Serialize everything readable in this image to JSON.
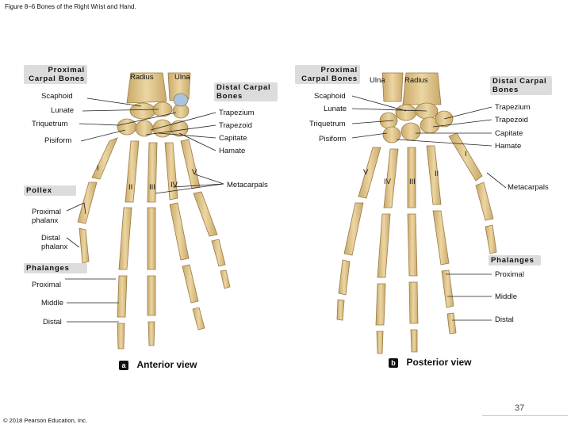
{
  "figure_title": "Figure 8–6 Bones of the Right Wrist and Hand.",
  "copyright": "© 2018 Pearson Education, Inc.",
  "page_number": "37",
  "anterior": {
    "header_proximal_carpal": "Proximal Carpal Bones",
    "header_distal_carpal": "Distal Carpal Bones",
    "radius": "Radius",
    "ulna": "Ulna",
    "scaphoid": "Scaphoid",
    "lunate": "Lunate",
    "triquetrum": "Triquetrum",
    "pisiform": "Pisiform",
    "trapezium": "Trapezium",
    "trapezoid": "Trapezoid",
    "capitate": "Capitate",
    "hamate": "Hamate",
    "metacarpals": "Metacarpals",
    "numerals": [
      "I",
      "II",
      "III",
      "IV",
      "V"
    ],
    "pollex": "Pollex",
    "proximal_phalanx": "Proximal phalanx",
    "distal_phalanx": "Distal phalanx",
    "phalanges": "Phalanges",
    "proximal": "Proximal",
    "middle": "Middle",
    "distal": "Distal",
    "view_letter": "a",
    "view_label": "Anterior view"
  },
  "posterior": {
    "header_proximal_carpal": "Proximal Carpal Bones",
    "header_distal_carpal": "Distal Carpal Bones",
    "ulna": "Ulna",
    "radius": "Radius",
    "scaphoid": "Scaphoid",
    "lunate": "Lunate",
    "triquetrum": "Triquetrum",
    "pisiform": "Pisiform",
    "trapezium": "Trapezium",
    "trapezoid": "Trapezoid",
    "capitate": "Capitate",
    "hamate": "Hamate",
    "metacarpals": "Metacarpals",
    "numerals": [
      "I",
      "II",
      "III",
      "IV",
      "V"
    ],
    "phalanges": "Phalanges",
    "proximal": "Proximal",
    "middle": "Middle",
    "distal": "Distal",
    "view_letter": "b",
    "view_label": "Posterior view"
  },
  "colors": {
    "bone": "#e6cf9a",
    "bone_shadow": "#c9a96a",
    "cartilage": "#a9c4de",
    "header_box": "#dcdcdc"
  }
}
